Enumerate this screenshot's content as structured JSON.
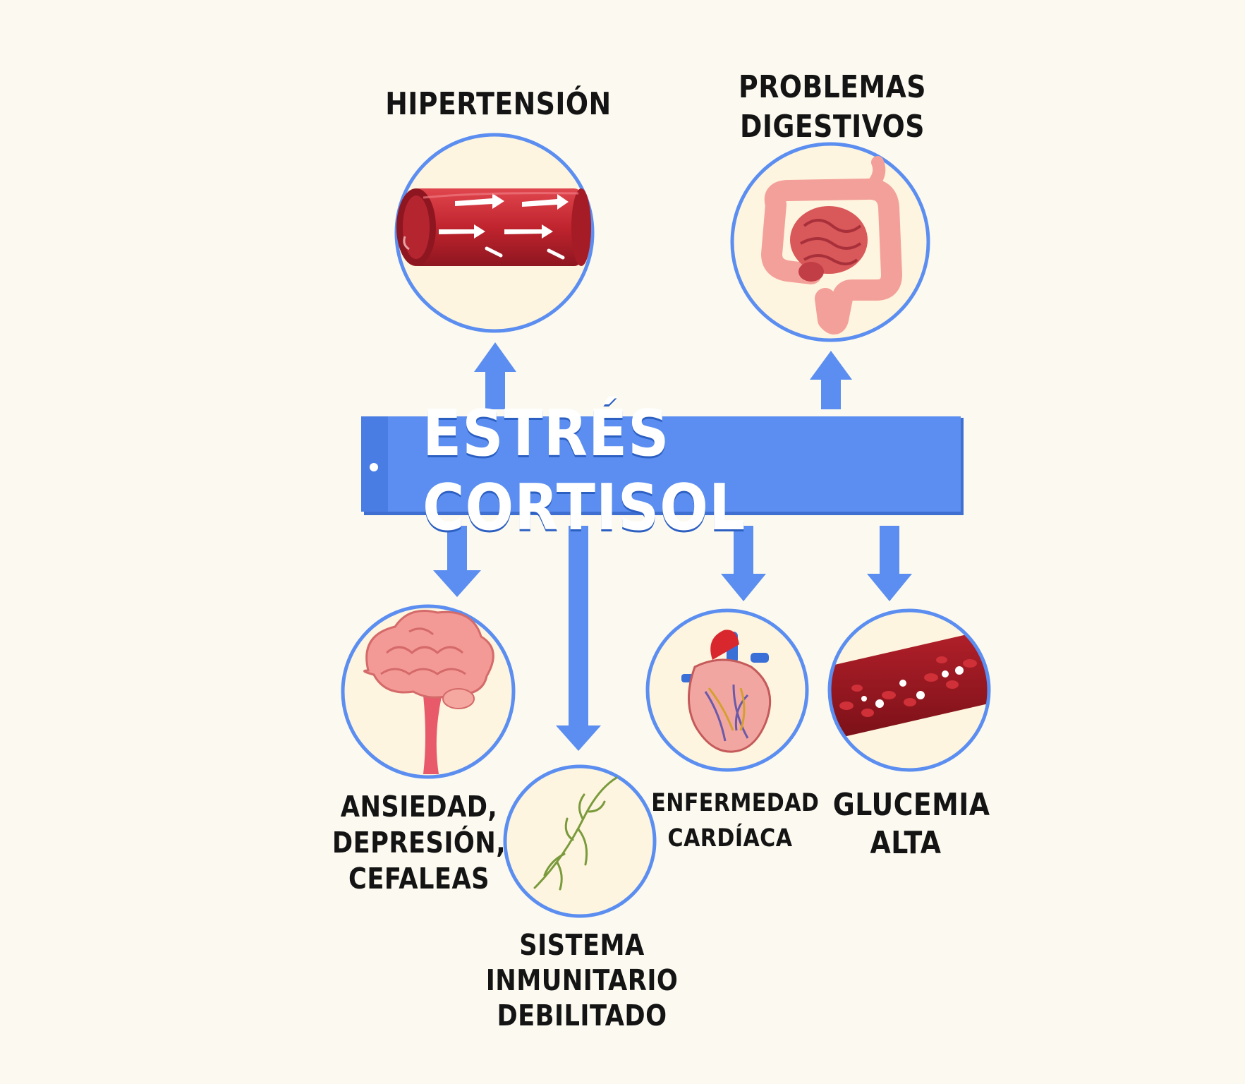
{
  "title": "ESTRÉS CORTISOL",
  "colors": {
    "background": "#fcfaf0",
    "banner": "#5b8ef0",
    "arrow": "#5b8ef0",
    "circle_border": "#5b8ef0",
    "circle_fill": "#fdf5df"
  },
  "effects": [
    {
      "id": "hipertension",
      "lines": [
        "HIPERTENSIÓN"
      ],
      "icon": "blood-vessel-icon"
    },
    {
      "id": "digestivos",
      "lines": [
        "PROBLEMAS",
        "DIGESTIVOS"
      ],
      "icon": "intestine-icon"
    },
    {
      "id": "ansiedad",
      "lines": [
        "ANSIEDAD,",
        "DEPRESIÓN,",
        "CEFALEAS"
      ],
      "icon": "brain-icon"
    },
    {
      "id": "inmunitario",
      "lines": [
        "SISTEMA",
        "INMUNITARIO",
        "DEBILITADO"
      ],
      "icon": "branch-icon"
    },
    {
      "id": "cardiaca",
      "lines": [
        "ENFERMEDAD",
        "CARDÍACA"
      ],
      "icon": "heart-icon"
    },
    {
      "id": "glucemia",
      "lines": [
        "GLUCEMIA",
        "ALTA"
      ],
      "icon": "glucose-vessel-icon"
    }
  ]
}
